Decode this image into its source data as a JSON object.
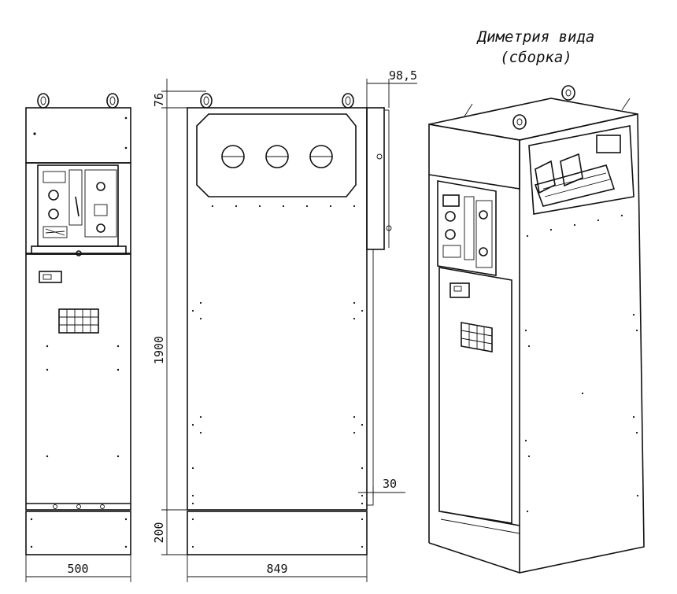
{
  "view_title": {
    "line1": "Диметрия вида",
    "line2": "(сборка)"
  },
  "dimensions": {
    "front_width": "500",
    "side_depth": "849",
    "height_main": "1900",
    "height_base": "200",
    "top_offset": "76",
    "side_protrusion": "98,5",
    "rear_gap": "30"
  },
  "colors": {
    "line": "#111111",
    "background": "#ffffff"
  }
}
